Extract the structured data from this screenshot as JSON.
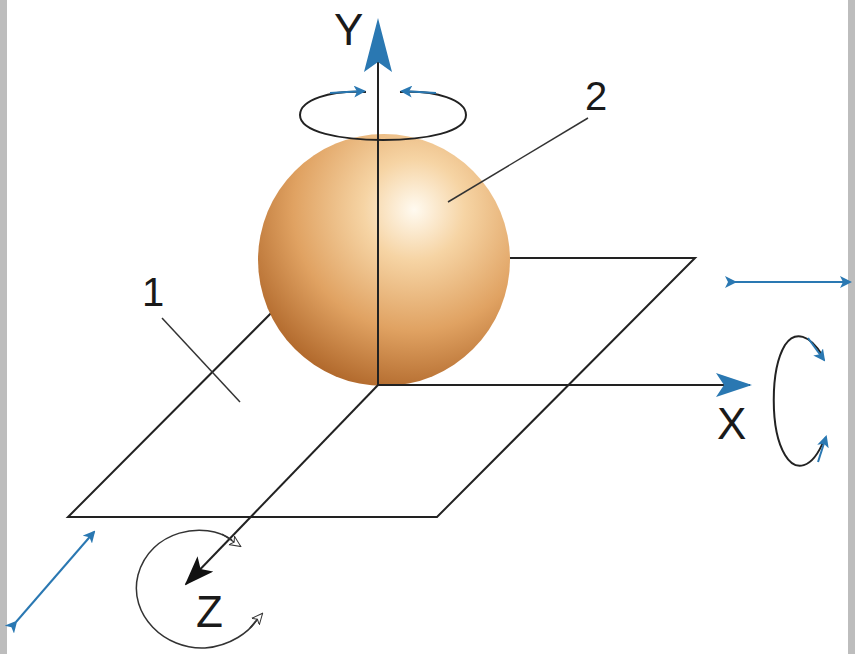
{
  "diagram": {
    "labels": [
      "Y",
      "2",
      "1",
      "X",
      "Z"
    ]
  }
}
